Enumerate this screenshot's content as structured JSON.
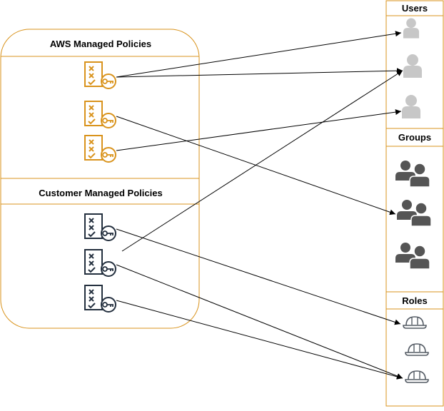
{
  "colors": {
    "aws_orange": "#D9931C",
    "dark_icon": "#232F3E",
    "gray_user": "#C7C7C7",
    "group_gray": "#555555",
    "role_gray": "#545B64",
    "line": "#000000"
  },
  "policies_panel": {
    "aws_title": "AWS Managed Policies",
    "customer_title": "Customer Managed Policies",
    "aws_policies": [
      {
        "icon": "aws-managed-policy-icon"
      },
      {
        "icon": "aws-managed-policy-icon"
      },
      {
        "icon": "aws-managed-policy-icon"
      }
    ],
    "customer_policies": [
      {
        "icon": "customer-managed-policy-icon"
      },
      {
        "icon": "customer-managed-policy-icon"
      },
      {
        "icon": "customer-managed-policy-icon"
      }
    ]
  },
  "entities_panel": {
    "users_title": "Users",
    "groups_title": "Groups",
    "roles_title": "Roles",
    "users": [
      {
        "icon": "user-icon"
      },
      {
        "icon": "user-icon"
      },
      {
        "icon": "user-icon"
      }
    ],
    "groups": [
      {
        "icon": "group-icon"
      },
      {
        "icon": "group-icon"
      },
      {
        "icon": "group-icon"
      }
    ],
    "roles": [
      {
        "icon": "role-helmet-icon"
      },
      {
        "icon": "role-helmet-icon"
      },
      {
        "icon": "role-helmet-icon"
      }
    ]
  },
  "connections": [
    {
      "from": "aws_policies.0",
      "to": "users.0"
    },
    {
      "from": "aws_policies.0",
      "to": "users.1"
    },
    {
      "from": "aws_policies.1",
      "to": "groups.1"
    },
    {
      "from": "aws_policies.2",
      "to": "users.2"
    },
    {
      "from": "customer_policies.0",
      "to": "roles.0"
    },
    {
      "from": "customer_policies.1",
      "to": "users.1"
    },
    {
      "from": "customer_policies.1",
      "to": "roles.2"
    },
    {
      "from": "customer_policies.2",
      "to": "roles.2"
    }
  ]
}
